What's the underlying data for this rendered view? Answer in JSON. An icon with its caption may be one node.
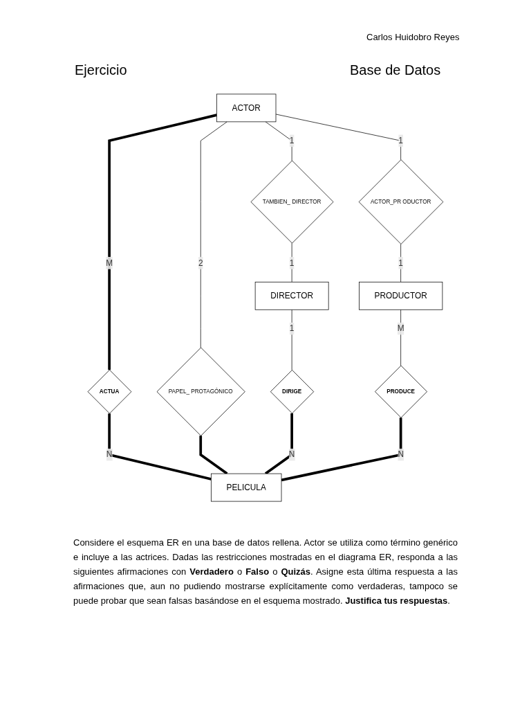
{
  "diagram": {
    "nodes": [
      {
        "text": [
          "ACTUA"
        ]
      },
      {
        "text": [
          "ACTOR"
        ]
      },
      {
        "text": [
          "PELICULA"
        ]
      },
      {
        "text": [
          "PAPEL_ PROTAGÓNICO"
        ]
      },
      {
        "text": [
          "TAMBIEN_ DIRECTOR"
        ]
      },
      {
        "text": [
          "ACTOR_PR ODUCTOR"
        ]
      },
      {
        "text": [
          "DIRECTOR"
        ]
      },
      {
        "text": [
          "DIRIGE"
        ]
      },
      {
        "text": [
          "PRODUCTOR"
        ]
      },
      {
        "text": [
          "PRODUCE"
        ]
      }
    ],
    "edges": [
      {
        "from": 1,
        "to": 0,
        "arrow": "none",
        "label": "M",
        "style": "thick"
      },
      {
        "from": 0,
        "to": 2,
        "arrow": "none",
        "label": "N",
        "style": "thick"
      },
      {
        "from": 1,
        "to": 3,
        "arrow": "none",
        "label": "2"
      },
      {
        "from": 3,
        "to": 2,
        "arrow": "none",
        "style": "thick"
      },
      {
        "from": 1,
        "to": 4,
        "arrow": "none",
        "label": "1"
      },
      {
        "from": 4,
        "to": 6,
        "arrow": "none",
        "label": "1"
      },
      {
        "from": 1,
        "to": 5,
        "arrow": "none",
        "label": "1"
      },
      {
        "from": 5,
        "to": 8,
        "arrow": "none",
        "label": "1"
      },
      {
        "from": 6,
        "to": 7,
        "arrow": "none",
        "label": "1"
      },
      {
        "from": 7,
        "to": 2,
        "arrow": "none",
        "label": "N",
        "style": "thick"
      },
      {
        "from": 8,
        "to": 9,
        "arrow": "none",
        "label": "M"
      },
      {
        "from": 9,
        "to": 2,
        "arrow": "none",
        "label": "N",
        "style": "thick"
      }
    ],
    "labels": [
      "Carlos Huidobro Reyes",
      "Ejercicio",
      "Base de Datos"
    ],
    "caption": "Considere el esquema ER en una base de datos rellena. Actor se utiliza como término genérico e incluye a las actrices. Dadas las restricciones mostradas en el diagrama ER, responda a las siguientes afirmaciones con **Verdadero** o **Falso** o **Quizás**. Asigne esta última respuesta a las afirmaciones que, aun no pudiendo mostrarse explícitamente como verdaderas, tampoco se puede probar que sean falsas basándose en el esquema mostrado. **Justifica tus respuestas**."
  }
}
